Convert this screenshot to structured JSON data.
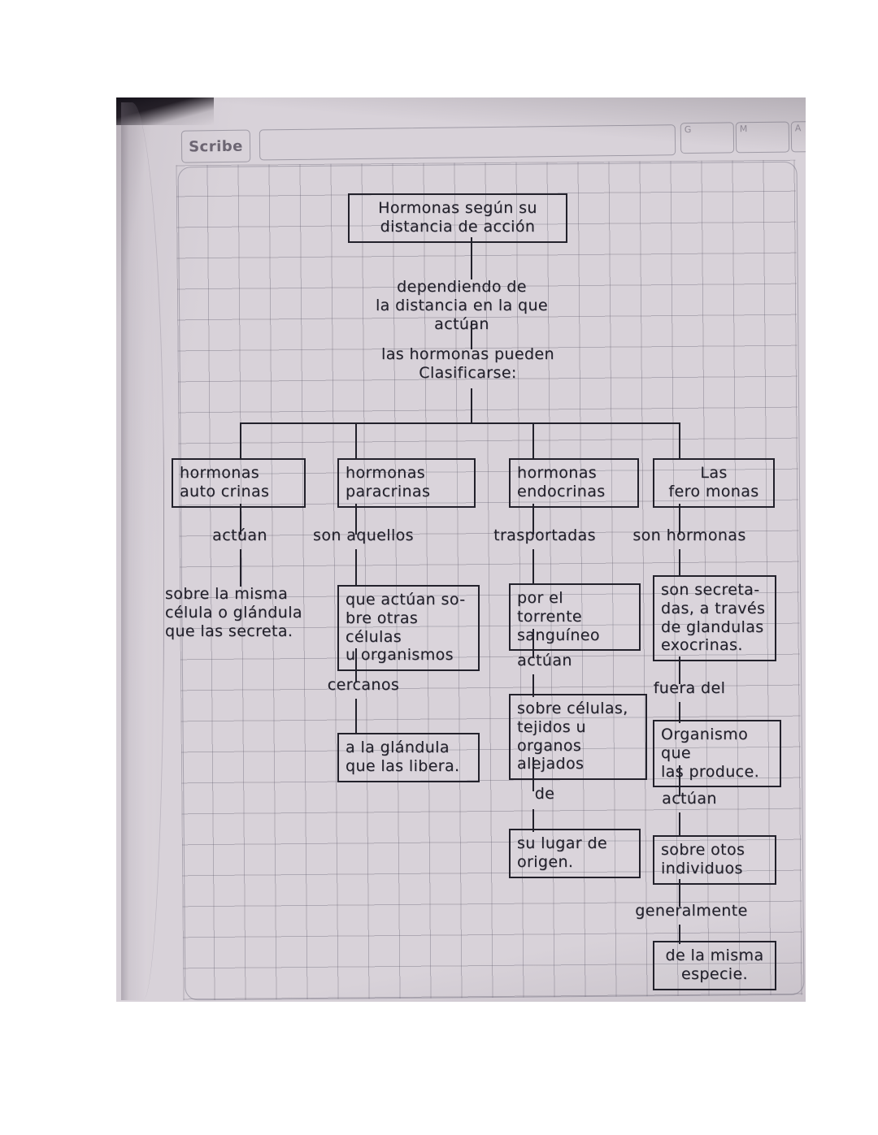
{
  "page": {
    "brand": "Scribe",
    "header_cells": [
      "G",
      "M",
      "A"
    ]
  },
  "diagram": {
    "title": "Hormonas  según  su\ndistancia  de  acción",
    "connector_1": "dependiendo de\nla distancia en la que actúan",
    "connector_2": "las hormonas pueden\nClasificarse:",
    "branches": [
      {
        "name": "hormonas-autocrinas",
        "heading": "hormonas\nauto crinas",
        "steps": [
          {
            "kind": "caption",
            "text": "actúan"
          },
          {
            "kind": "node",
            "text": "sobre  la  misma\ncélula o glándula\nque  las  secreta."
          }
        ]
      },
      {
        "name": "hormonas-paracrinas",
        "heading": "hormonas\nparacrinas",
        "steps": [
          {
            "kind": "caption",
            "text": "son aquellos"
          },
          {
            "kind": "node",
            "text": "que actúan so-\nbre otras células\nu organismos"
          },
          {
            "kind": "caption",
            "text": "cercanos"
          },
          {
            "kind": "node",
            "text": "a la glándula\nque las libera."
          }
        ]
      },
      {
        "name": "hormonas-endocrinas",
        "heading": "hormonas\nendocrinas",
        "steps": [
          {
            "kind": "caption",
            "text": "trasportadas"
          },
          {
            "kind": "node",
            "text": "por el torrente\nsanguíneo"
          },
          {
            "kind": "caption",
            "text": "actúan"
          },
          {
            "kind": "node",
            "text": "sobre células,\ntejidos u\norganos alejados"
          },
          {
            "kind": "caption",
            "text": "de"
          },
          {
            "kind": "node",
            "text": "su  lugar  de\norigen."
          }
        ]
      },
      {
        "name": "las-feromonas",
        "heading": "Las\nfero monas",
        "steps": [
          {
            "kind": "caption",
            "text": "son hormonas"
          },
          {
            "kind": "node",
            "text": "son secreta-\ndas, a través\nde glandulas\nexocrinas."
          },
          {
            "kind": "caption",
            "text": "fuera del"
          },
          {
            "kind": "node",
            "text": "Organismo que\nlas produce."
          },
          {
            "kind": "caption",
            "text": "actúan"
          },
          {
            "kind": "node",
            "text": "sobre otos\nindividuos"
          },
          {
            "kind": "caption",
            "text": "generalmente"
          },
          {
            "kind": "node",
            "text": "de la misma\nespecie."
          }
        ]
      }
    ]
  },
  "colors": {
    "ink": "#22212b",
    "paper": "#d8d2d9",
    "rule": "#605c6c"
  }
}
